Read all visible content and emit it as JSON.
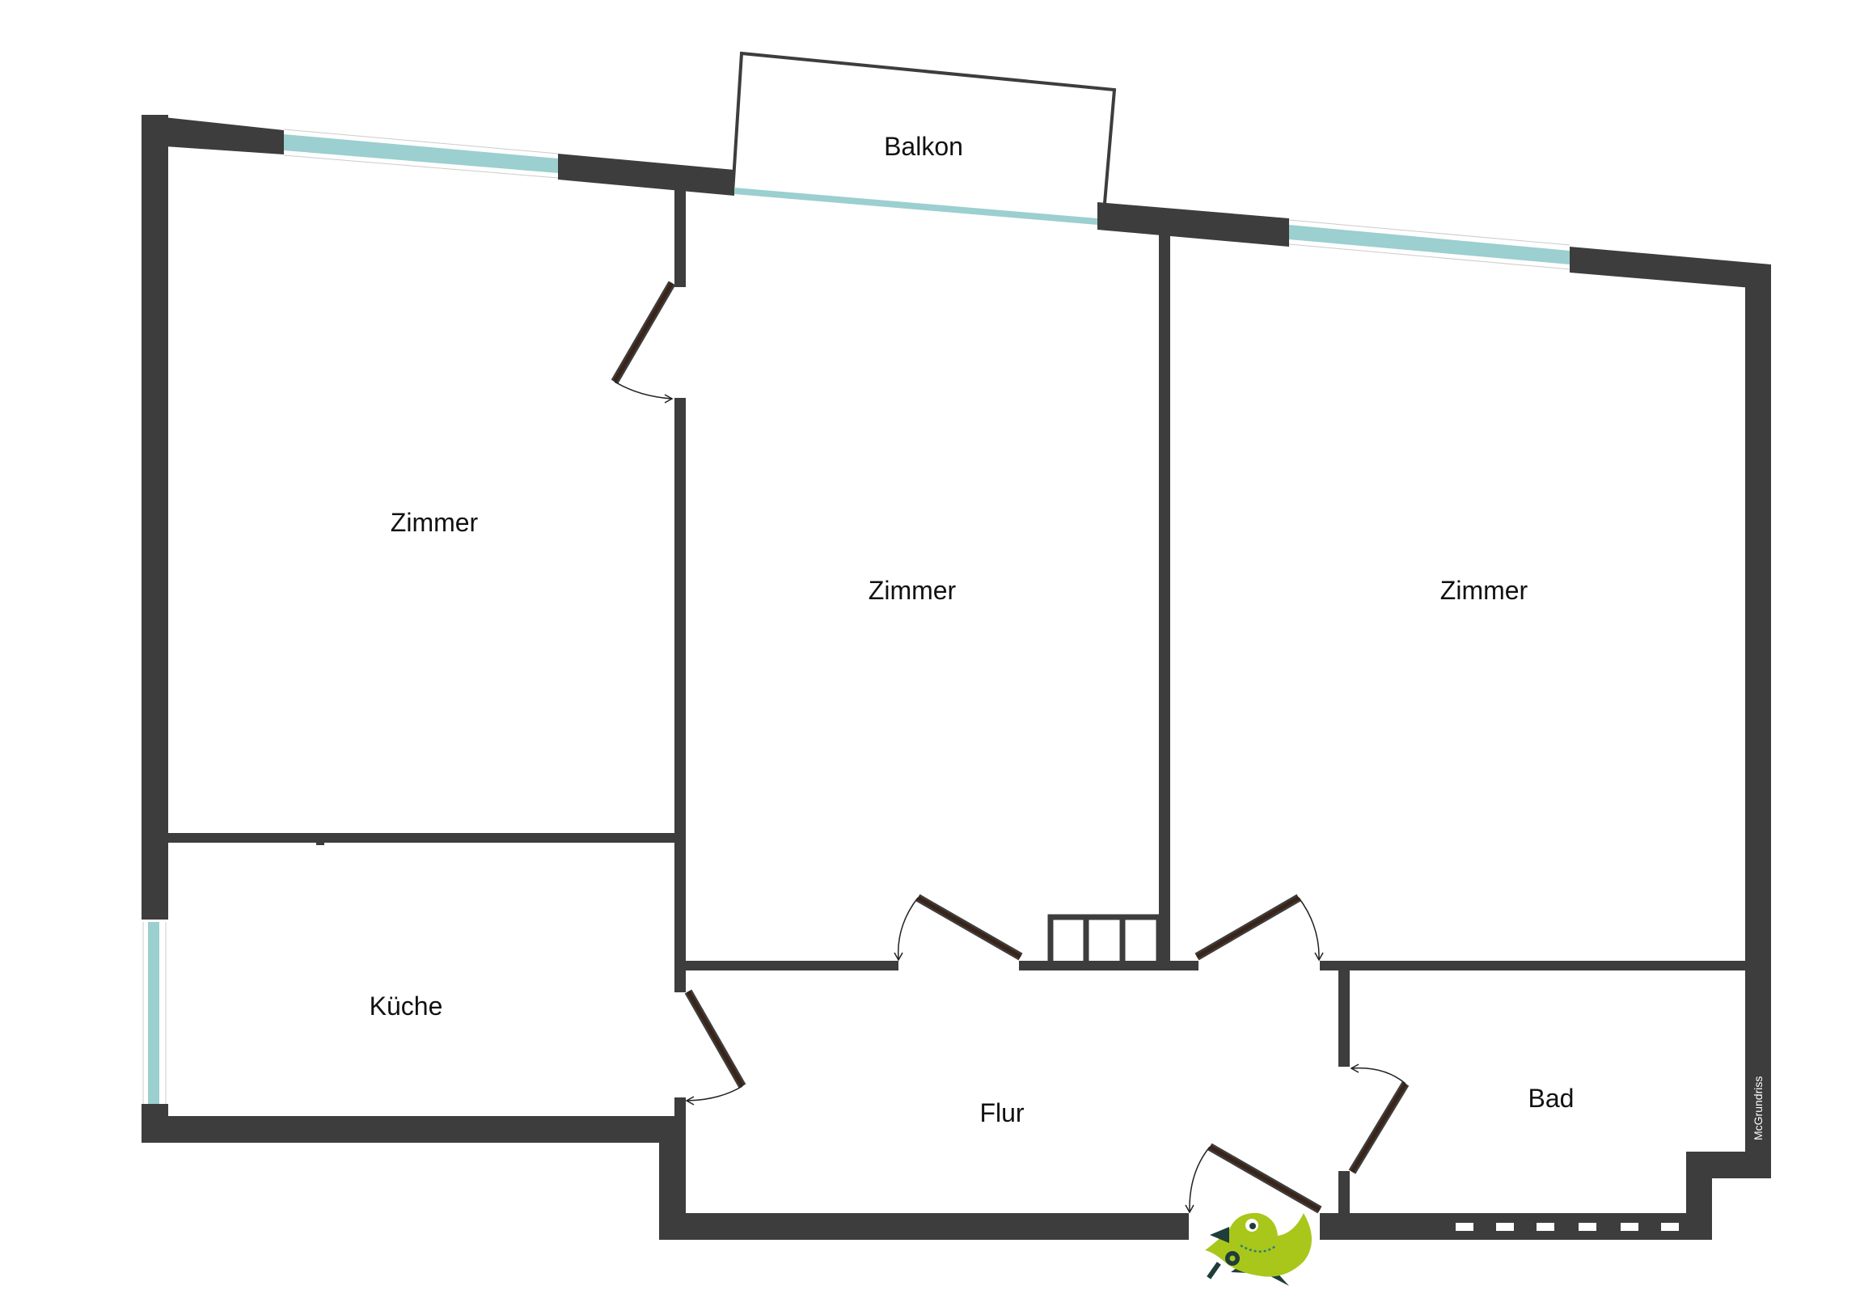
{
  "rooms": {
    "balkon": "Balkon",
    "zimmer_left": "Zimmer",
    "zimmer_middle": "Zimmer",
    "zimmer_right": "Zimmer",
    "kueche": "Küche",
    "flur": "Flur",
    "bad": "Bad"
  },
  "watermark": "McGrundriss",
  "colors": {
    "wall": "#3d3d3d",
    "window": "#9ccfcf",
    "door": "#3a2418",
    "logo_green": "#a9c71a",
    "logo_dark": "#1e3d3b"
  },
  "icons": {
    "logo": "bird-key-logo-icon"
  }
}
